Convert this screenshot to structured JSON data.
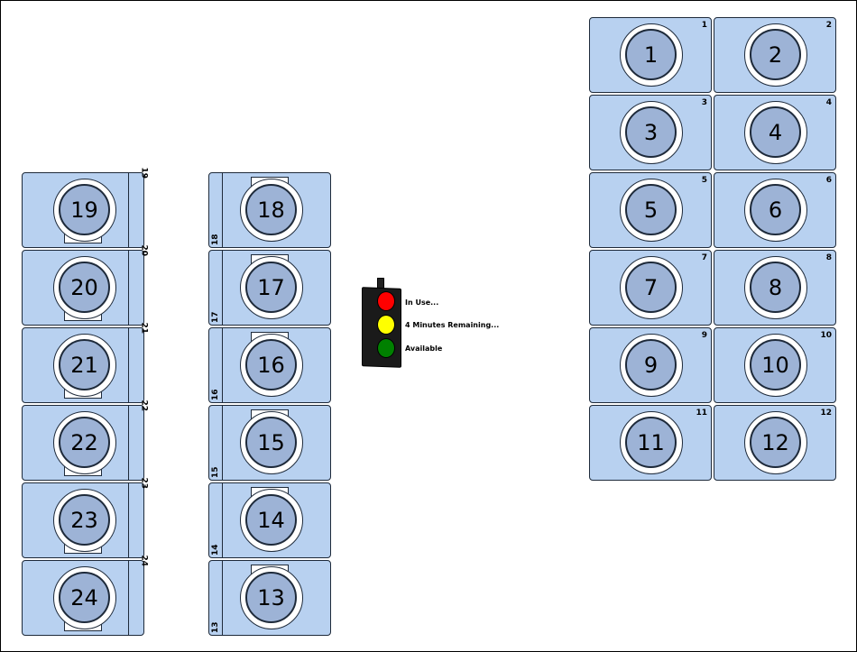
{
  "stations": [
    {
      "id": "1",
      "number": "1",
      "tab": "1"
    },
    {
      "id": "2",
      "number": "2",
      "tab": "2"
    },
    {
      "id": "3",
      "number": "3",
      "tab": "3"
    },
    {
      "id": "4",
      "number": "4",
      "tab": "4"
    },
    {
      "id": "5",
      "number": "5",
      "tab": "5"
    },
    {
      "id": "6",
      "number": "6",
      "tab": "6"
    },
    {
      "id": "7",
      "number": "7",
      "tab": "7"
    },
    {
      "id": "8",
      "number": "8",
      "tab": "8"
    },
    {
      "id": "9",
      "number": "9",
      "tab": "9"
    },
    {
      "id": "10",
      "number": "10",
      "tab": "10"
    },
    {
      "id": "11",
      "number": "11",
      "tab": "11"
    },
    {
      "id": "12",
      "number": "12",
      "tab": "12"
    },
    {
      "id": "13",
      "number": "13",
      "tab": "13"
    },
    {
      "id": "14",
      "number": "14",
      "tab": "14"
    },
    {
      "id": "15",
      "number": "15",
      "tab": "15"
    },
    {
      "id": "16",
      "number": "16",
      "tab": "16"
    },
    {
      "id": "17",
      "number": "17",
      "tab": "17"
    },
    {
      "id": "18",
      "number": "18",
      "tab": "18"
    },
    {
      "id": "19",
      "number": "19",
      "tab": "19"
    },
    {
      "id": "20",
      "number": "20",
      "tab": "20"
    },
    {
      "id": "21",
      "number": "21",
      "tab": "21"
    },
    {
      "id": "22",
      "number": "22",
      "tab": "22"
    },
    {
      "id": "23",
      "number": "23",
      "tab": "23"
    },
    {
      "id": "24",
      "number": "24",
      "tab": "24"
    }
  ],
  "legend": {
    "in_use": "In Use...",
    "remaining": "4 Minutes Remaining...",
    "available": "Available"
  },
  "colors": {
    "station_fill": "#b8d1f0",
    "dish_fill": "#9db3d6",
    "red": "#ff0000",
    "yellow": "#ffff00",
    "green": "#008000"
  }
}
